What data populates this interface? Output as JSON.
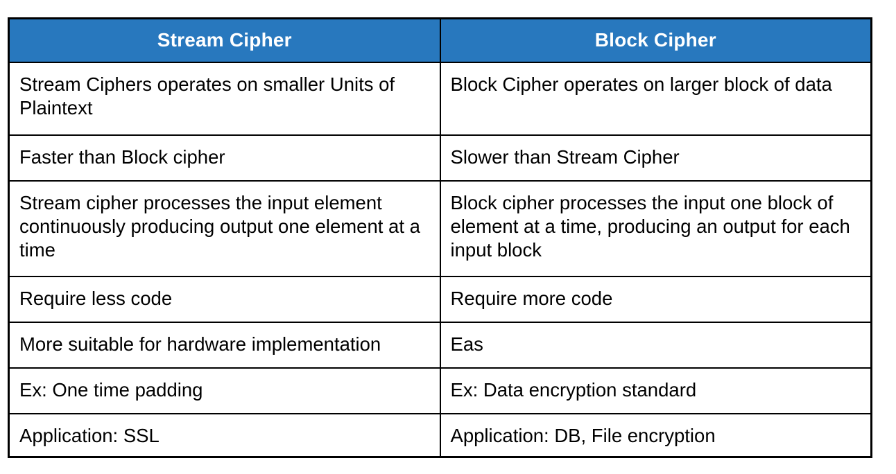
{
  "page": {
    "background": "#ffffff"
  },
  "table": {
    "header": {
      "bg_color": "#2878BE",
      "text_color": "#ffffff",
      "border_color": "#000000",
      "columns": [
        "Stream Cipher",
        "Block Cipher"
      ]
    },
    "rows": [
      [
        "Stream Ciphers operates on smaller Units of Plaintext",
        "Block Cipher operates on larger block of data"
      ],
      [
        "Faster than Block cipher",
        "Slower than Stream Cipher"
      ],
      [
        "Stream cipher processes the input element continuously producing output one element at a time",
        "Block cipher processes the input one block of element at a time, producing an output for each input block"
      ],
      [
        "Require less code",
        "Require more code"
      ],
      [
        "More suitable for hardware implementation",
        "Eas"
      ],
      [
        "Ex: One time padding",
        "Ex: Data encryption standard"
      ],
      [
        "Application: SSL",
        "Application: DB, File encryption"
      ]
    ]
  }
}
